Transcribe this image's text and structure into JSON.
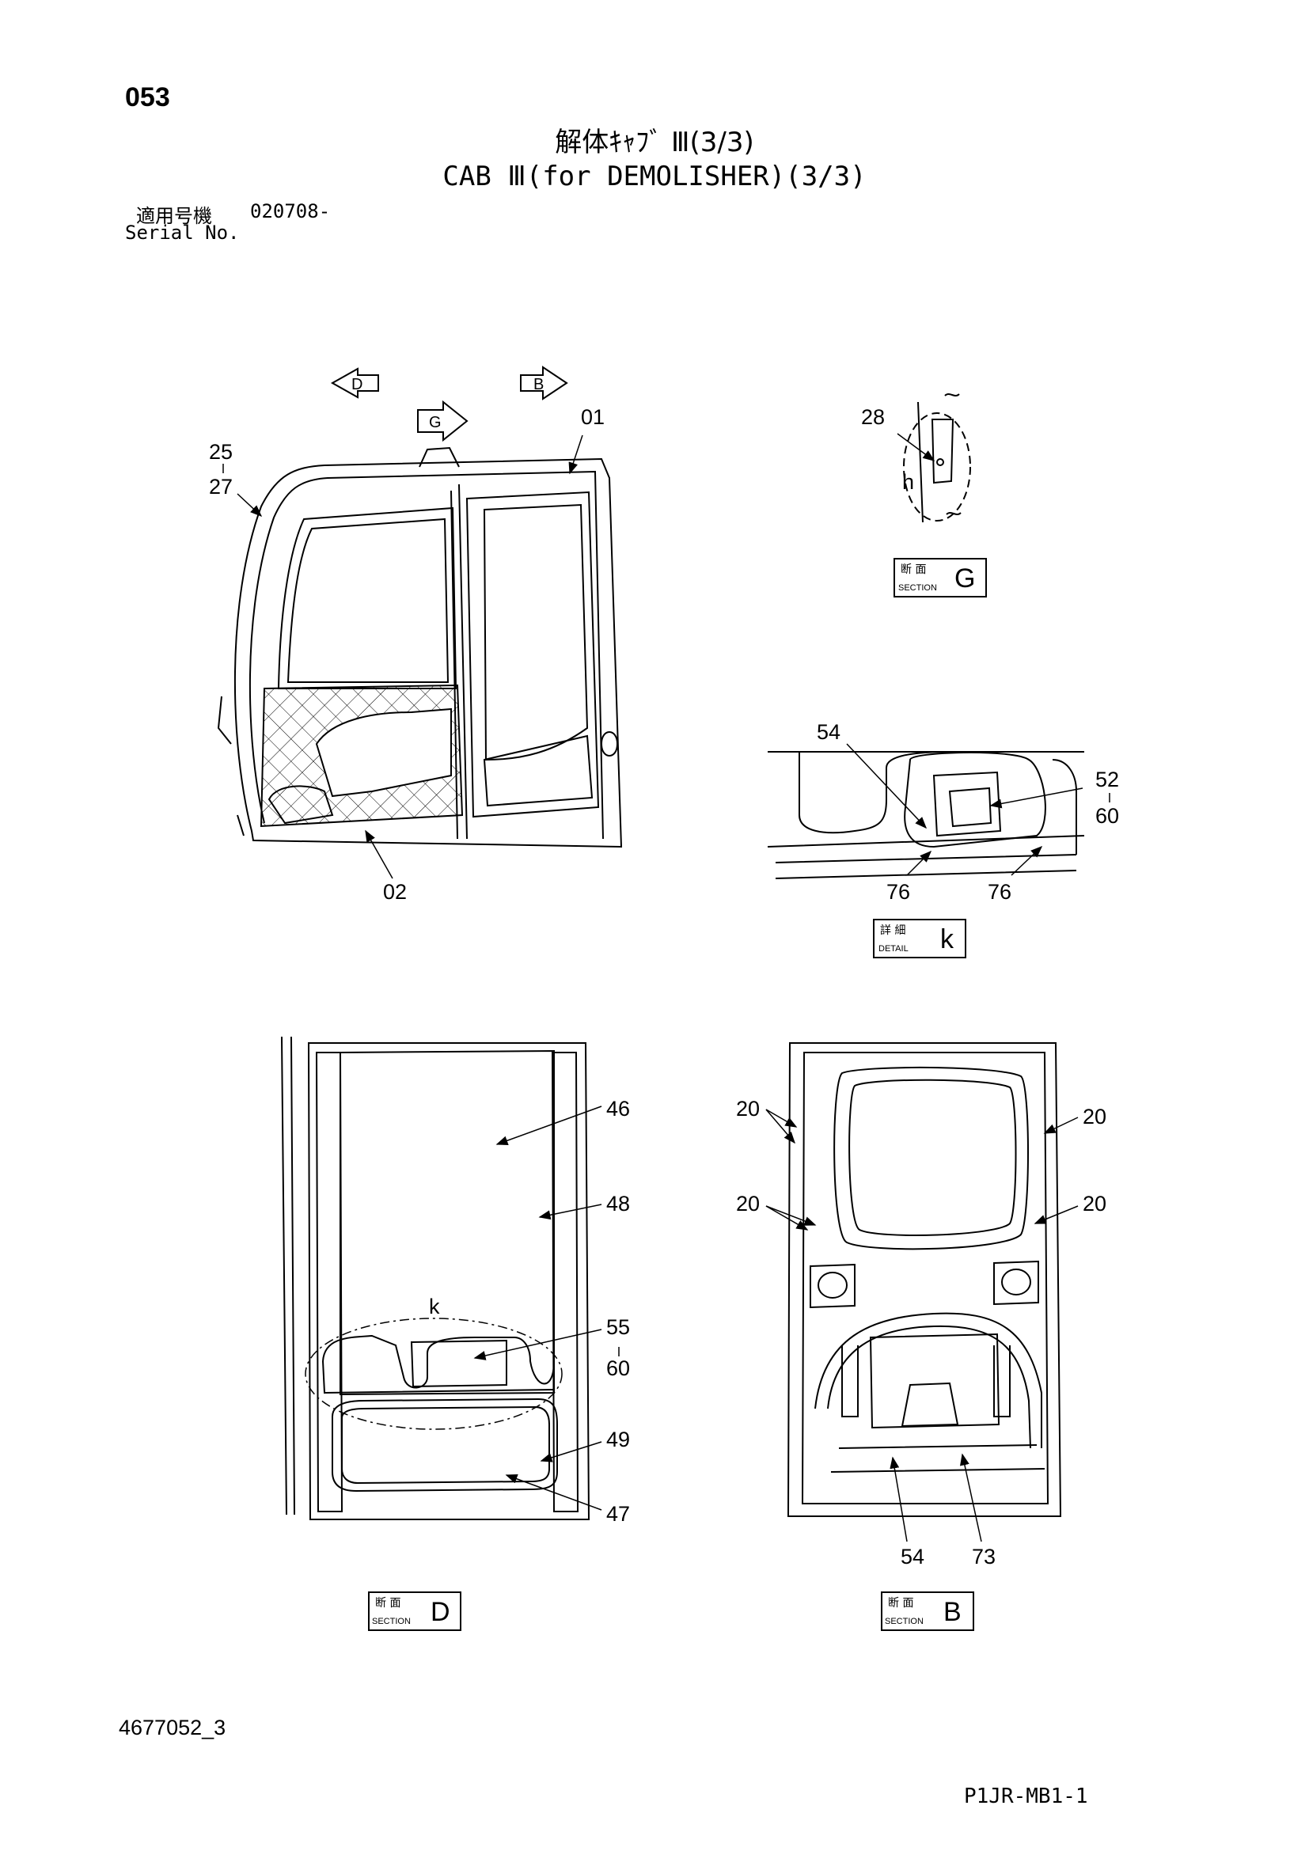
{
  "header": {
    "page_number": "053",
    "title_jp": "解体ｷｬﾌﾞ Ⅲ(3/3)",
    "title_en": "CAB Ⅲ(for DEMOLISHER)(3/3)",
    "serial_label_jp": "適用号機",
    "serial_value": "020708-",
    "serial_label_en": "Serial No."
  },
  "view_markers": {
    "d": "D",
    "g": "G",
    "b": "B"
  },
  "cab_view": {
    "labels": {
      "p01": "01",
      "p02": "02",
      "p25": "25",
      "p27": "27"
    }
  },
  "section_g": {
    "labels": {
      "p28": "28",
      "h": "h"
    },
    "box": {
      "jp": "断 面",
      "en": "SECTION",
      "letter": "G"
    }
  },
  "detail_k": {
    "labels": {
      "p54": "54",
      "p52": "52",
      "p60": "60",
      "p76a": "76",
      "p76b": "76"
    },
    "box": {
      "jp": "詳 細",
      "en": "DETAIL",
      "letter": "k"
    }
  },
  "section_d": {
    "labels": {
      "p46": "46",
      "p48": "48",
      "k": "k",
      "p55": "55",
      "p60": "60",
      "p49": "49",
      "p47": "47"
    },
    "box": {
      "jp": "断 面",
      "en": "SECTION",
      "letter": "D"
    }
  },
  "section_b": {
    "labels": {
      "p20a": "20",
      "p20b": "20",
      "p20c": "20",
      "p20d": "20",
      "p54": "54",
      "p73": "73"
    },
    "box": {
      "jp": "断 面",
      "en": "SECTION",
      "letter": "B"
    }
  },
  "footer": {
    "doc_code": "4677052_3",
    "model_code": "P1JR-MB1-1"
  }
}
